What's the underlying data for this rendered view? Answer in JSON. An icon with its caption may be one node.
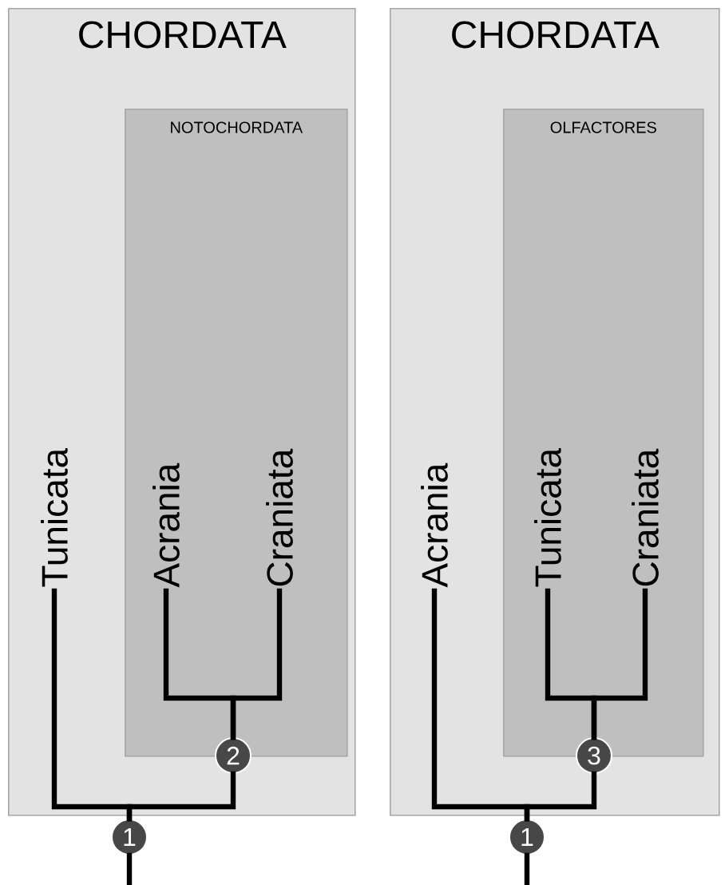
{
  "diagram": {
    "nodes": [
      {
        "text": [
          "CHORDATA"
        ]
      },
      {
        "text": [
          "NOTOCHORDATA"
        ],
        "in": 0
      },
      {
        "text": [
          "Tunicata"
        ],
        "in": 0
      },
      {
        "text": [
          "Acrania"
        ],
        "in": 1
      },
      {
        "text": [
          "Craniata"
        ],
        "in": 1
      },
      {
        "text": [
          "2"
        ],
        "in": 0
      },
      {
        "text": [
          "1"
        ]
      },
      {
        "text": [
          "CHORDATA"
        ]
      },
      {
        "text": [
          "OLFACTORES"
        ],
        "in": 7
      },
      {
        "text": [
          "Acrania"
        ],
        "in": 7
      },
      {
        "text": [
          "Tunicata"
        ],
        "in": 8
      },
      {
        "text": [
          "Craniata"
        ],
        "in": 8
      },
      {
        "text": [
          "3"
        ],
        "in": 7
      },
      {
        "text": [
          "1"
        ]
      }
    ],
    "edges": [
      {
        "from": null,
        "to": 6,
        "arrow": "none"
      },
      {
        "from": 6,
        "to": 2,
        "arrow": "none"
      },
      {
        "from": 6,
        "to": 5,
        "arrow": "none"
      },
      {
        "from": 5,
        "to": 3,
        "arrow": "none"
      },
      {
        "from": 5,
        "to": 4,
        "arrow": "none"
      },
      {
        "from": null,
        "to": 13,
        "arrow": "none"
      },
      {
        "from": 13,
        "to": 9,
        "arrow": "none"
      },
      {
        "from": 13,
        "to": 12,
        "arrow": "none"
      },
      {
        "from": 12,
        "to": 10,
        "arrow": "none"
      },
      {
        "from": 12,
        "to": 11,
        "arrow": "none"
      }
    ]
  }
}
